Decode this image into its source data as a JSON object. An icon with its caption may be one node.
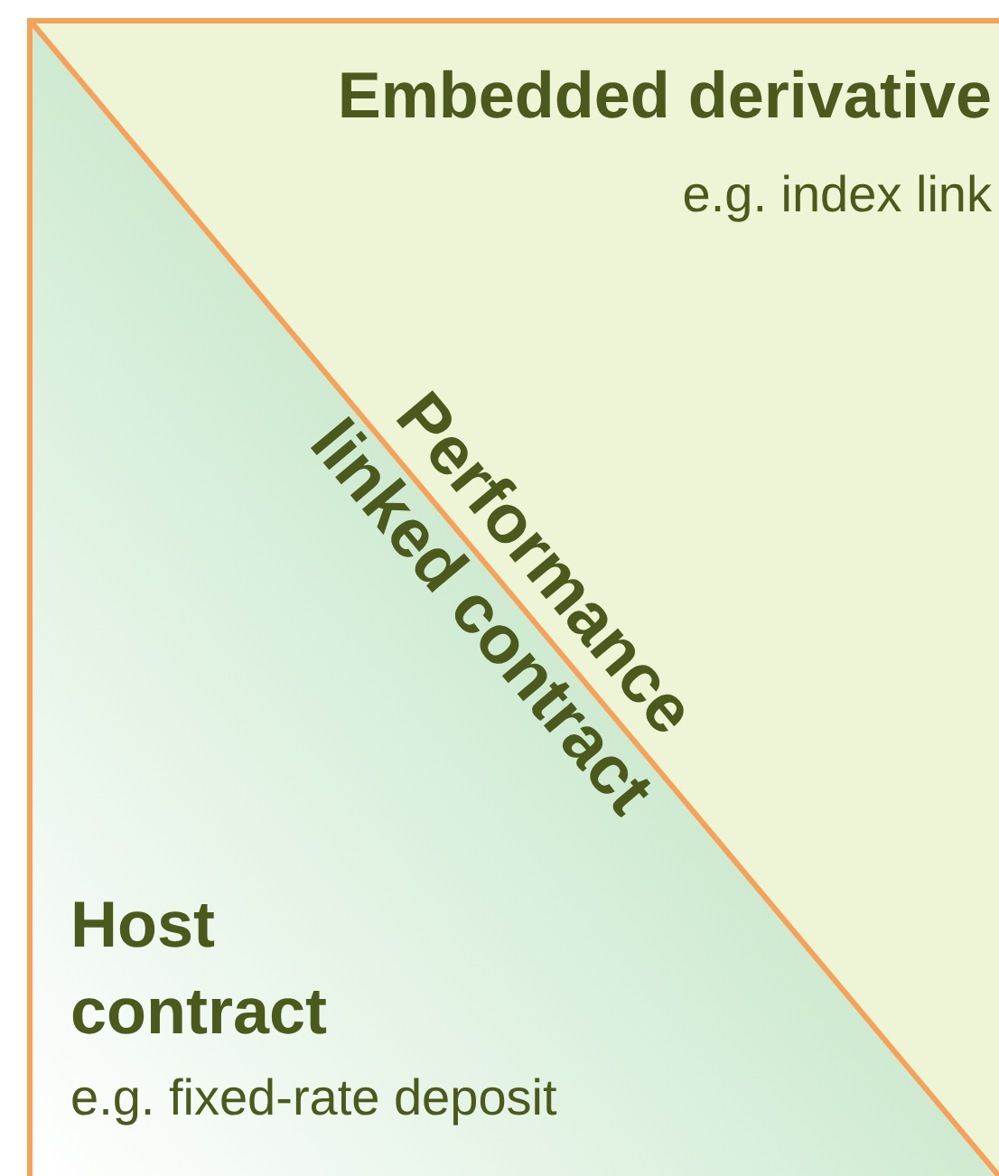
{
  "diagram": {
    "nodes": [
      {
        "text": [
          "Performance linked contract"
        ]
      },
      {
        "text": [
          "Embedded derivative",
          "e.g. index link"
        ],
        "in": 0
      },
      {
        "text": [
          "Host contract",
          "e.g. fixed-rate deposit"
        ],
        "in": 0
      }
    ]
  }
}
